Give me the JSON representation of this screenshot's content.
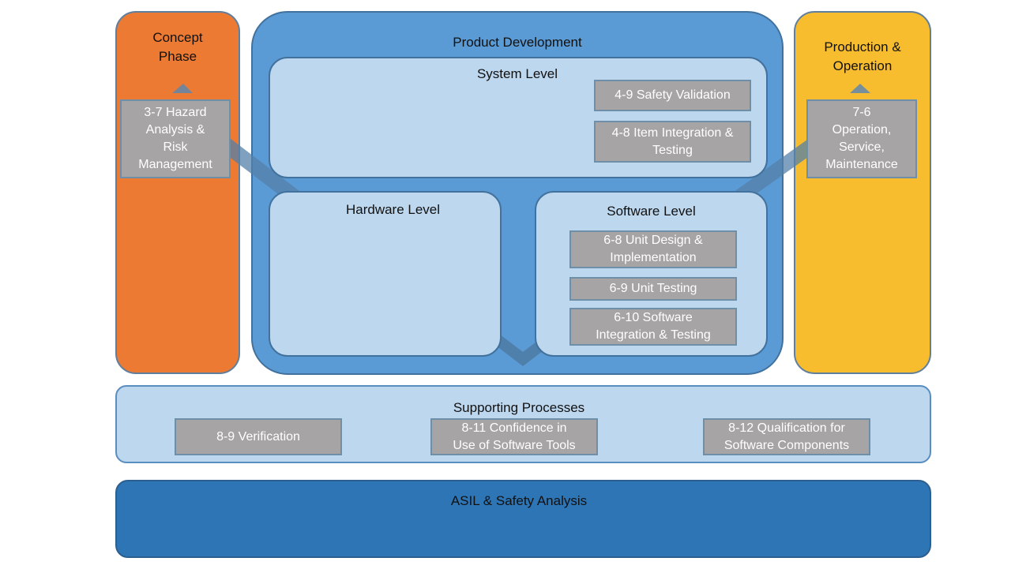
{
  "concept": {
    "title": "Concept\nPhase",
    "hazard_box": "3-7  Hazard\nAnalysis &\nRisk\nManagement"
  },
  "product_development": {
    "title": "Product Development",
    "system_level": {
      "title": "System Level",
      "items": [
        "4-9 Safety Validation",
        "4-8 Item Integration &\nTesting"
      ]
    },
    "hardware_level": {
      "title": "Hardware Level"
    },
    "software_level": {
      "title": "Software Level",
      "items": [
        "6-8 Unit Design &\nImplementation",
        "6-9 Unit Testing",
        "6-10 Software\nIntegration & Testing"
      ]
    }
  },
  "production": {
    "title": "Production &\nOperation",
    "operation_box": "7-6\nOperation,\nService,\nMaintenance"
  },
  "supporting": {
    "title": "Supporting Processes",
    "items": [
      "8-9 Verification",
      "8-11 Confidence in\nUse of Software Tools",
      "8-12 Qualification for\nSoftware Components"
    ]
  },
  "asil": {
    "title": "ASIL & Safety Analysis"
  },
  "colors": {
    "concept": "#ec7a33",
    "production": "#f7bd2f",
    "product_development": "#5b9bd5",
    "level_panels": "#bdd7ee",
    "asil": "#2e75b6",
    "process_boxes": "#a6a4a5"
  }
}
